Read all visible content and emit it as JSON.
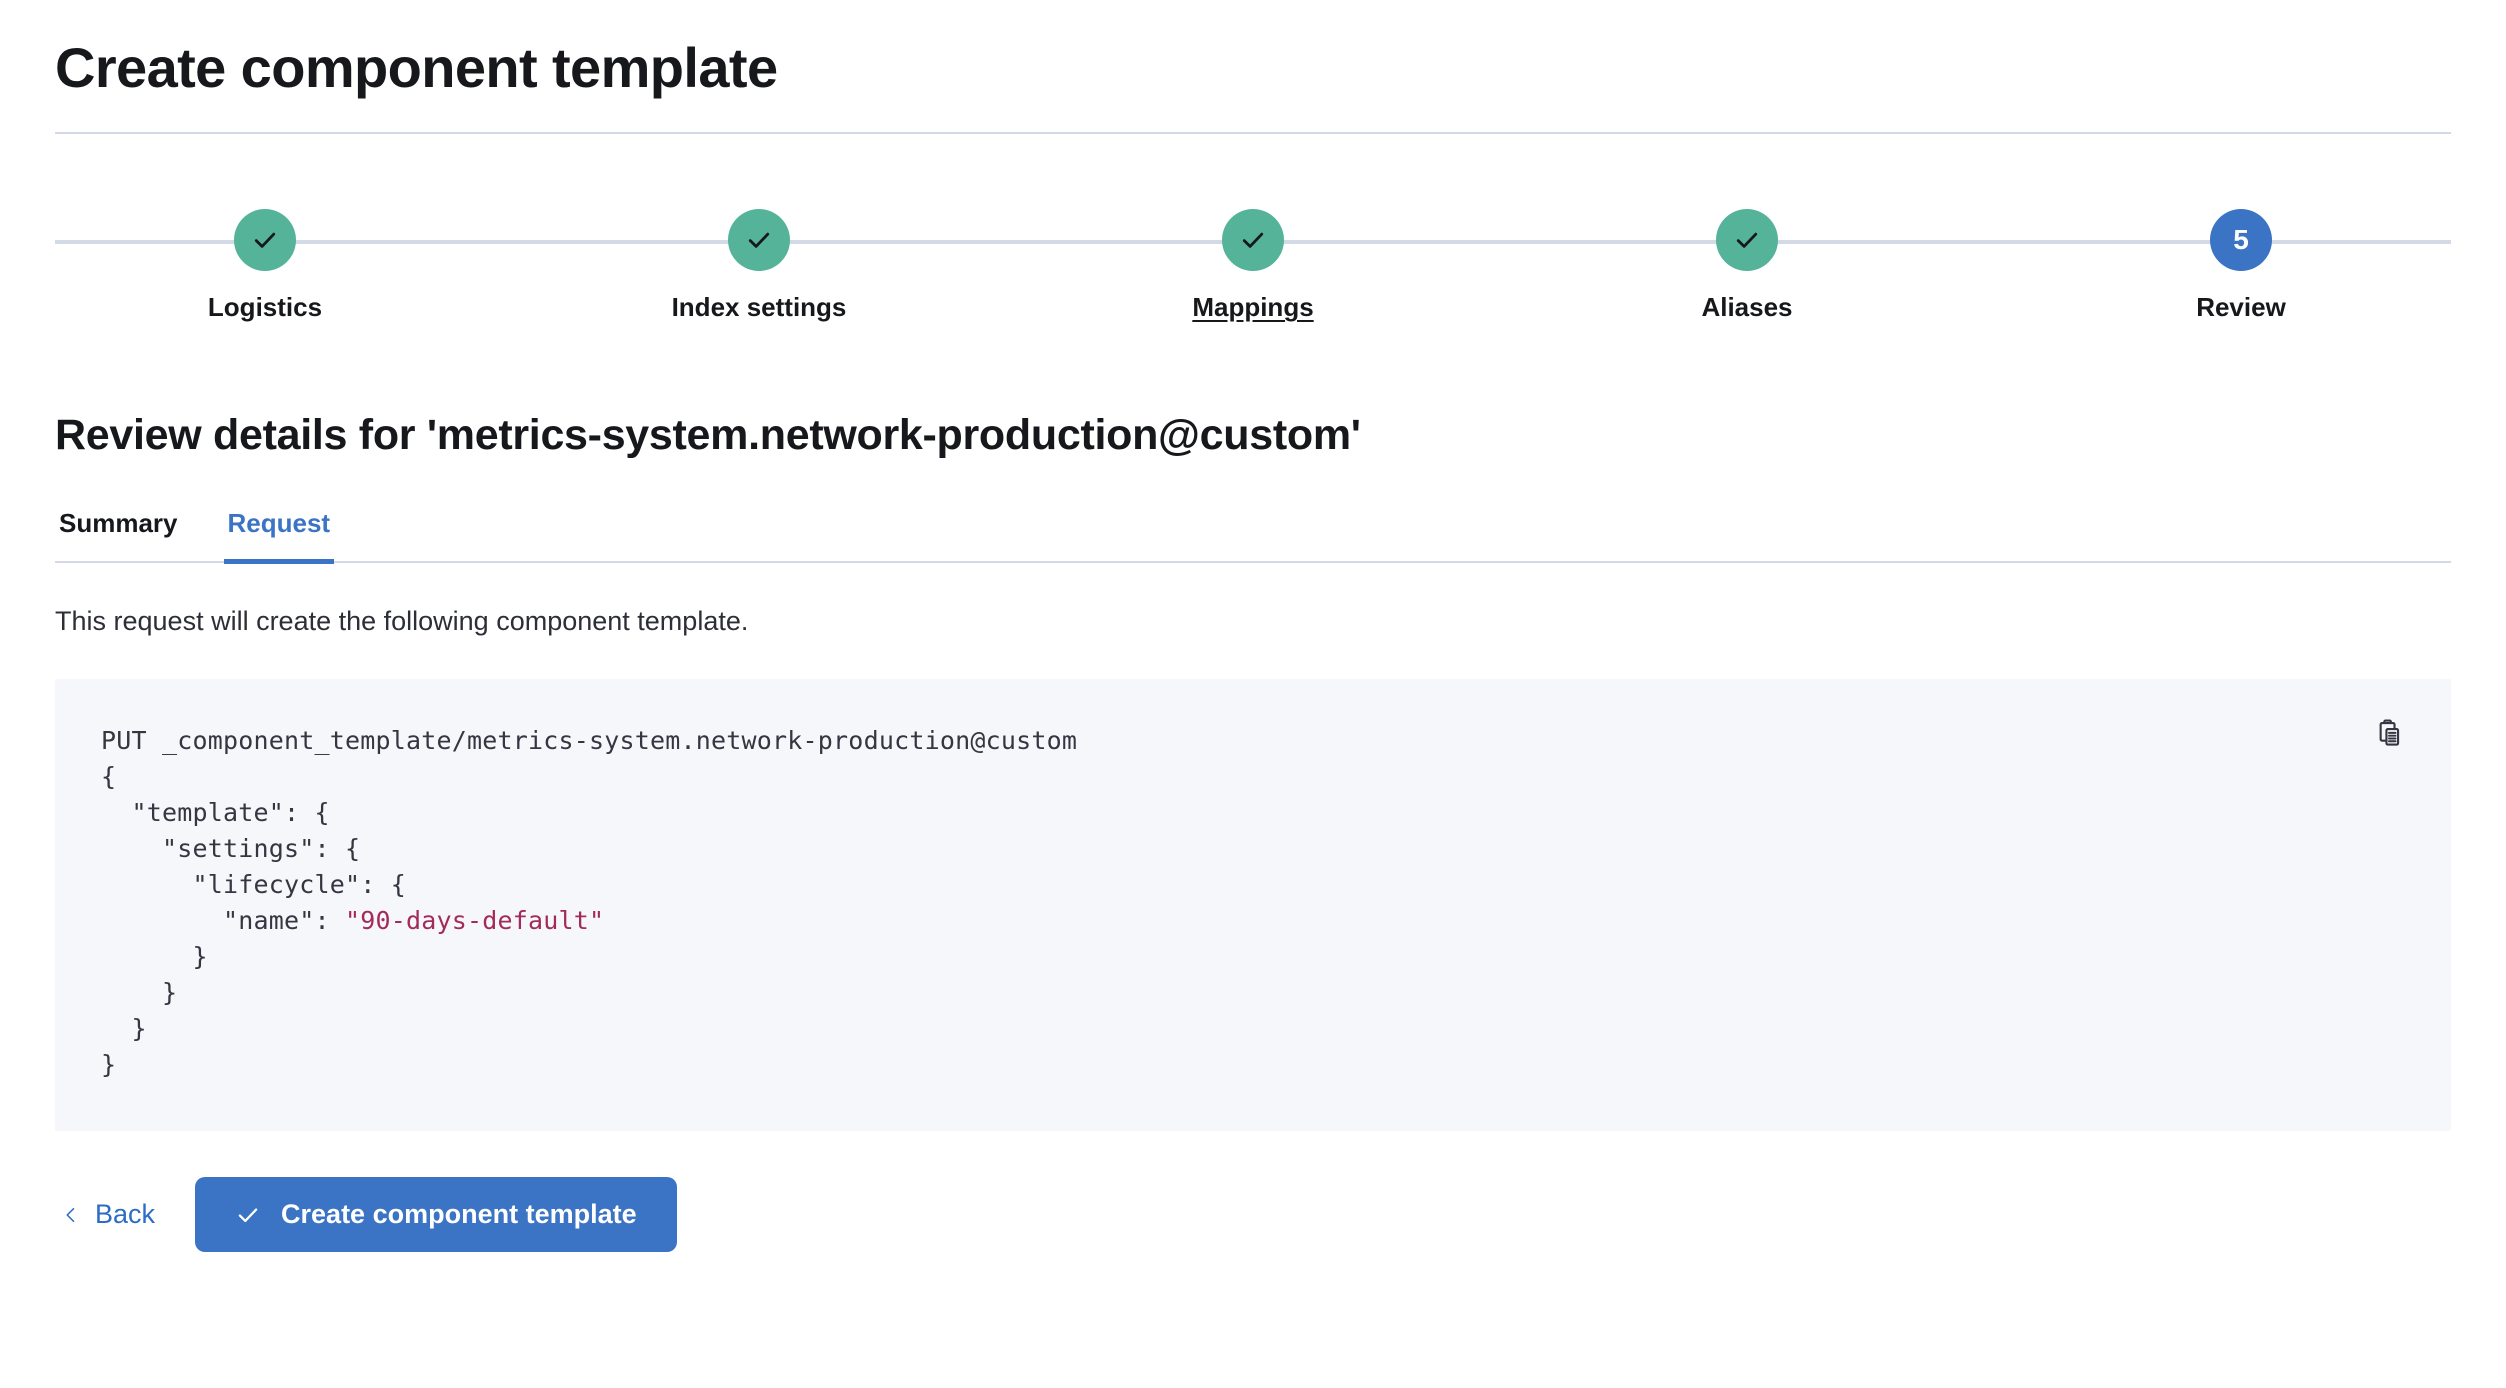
{
  "header": {
    "title": "Create component template"
  },
  "stepper": {
    "steps": [
      {
        "label": "Logistics",
        "state": "complete",
        "icon": "check-icon",
        "number": "1"
      },
      {
        "label": "Index settings",
        "state": "complete",
        "icon": "check-icon",
        "number": "2"
      },
      {
        "label": "Mappings",
        "state": "complete",
        "icon": "check-icon",
        "number": "3",
        "hovered": true
      },
      {
        "label": "Aliases",
        "state": "complete",
        "icon": "check-icon",
        "number": "4"
      },
      {
        "label": "Review",
        "state": "current",
        "icon": "",
        "number": "5"
      }
    ],
    "complete_color": "#54B399",
    "current_color": "#3B74C4",
    "line_color": "#D3DAE6"
  },
  "review": {
    "heading": "Review details for 'metrics-system.network-production@custom'",
    "tabs": [
      {
        "label": "Summary",
        "active": false
      },
      {
        "label": "Request",
        "active": true
      }
    ],
    "description": "This request will create the following component template.",
    "accent_color": "#3B74C4"
  },
  "code": {
    "line1": "PUT _component_template/metrics-system.network-production@custom",
    "line2": "{",
    "line3": "  \"template\": {",
    "line4": "    \"settings\": {",
    "line5": "      \"lifecycle\": {",
    "line6_key": "        \"name\": ",
    "line6_value": "\"90-days-default\"",
    "line7": "      }",
    "line8": "    }",
    "line9": "  }",
    "line10": "}",
    "copy_icon": "copy-to-clipboard-icon",
    "background": "#F6F7FB",
    "string_color": "#A32B5B"
  },
  "footer": {
    "back_label": "Back",
    "back_icon": "chevron-left-icon",
    "submit_label": "Create component template",
    "submit_icon": "check-icon",
    "submit_color": "#3B74C4"
  }
}
